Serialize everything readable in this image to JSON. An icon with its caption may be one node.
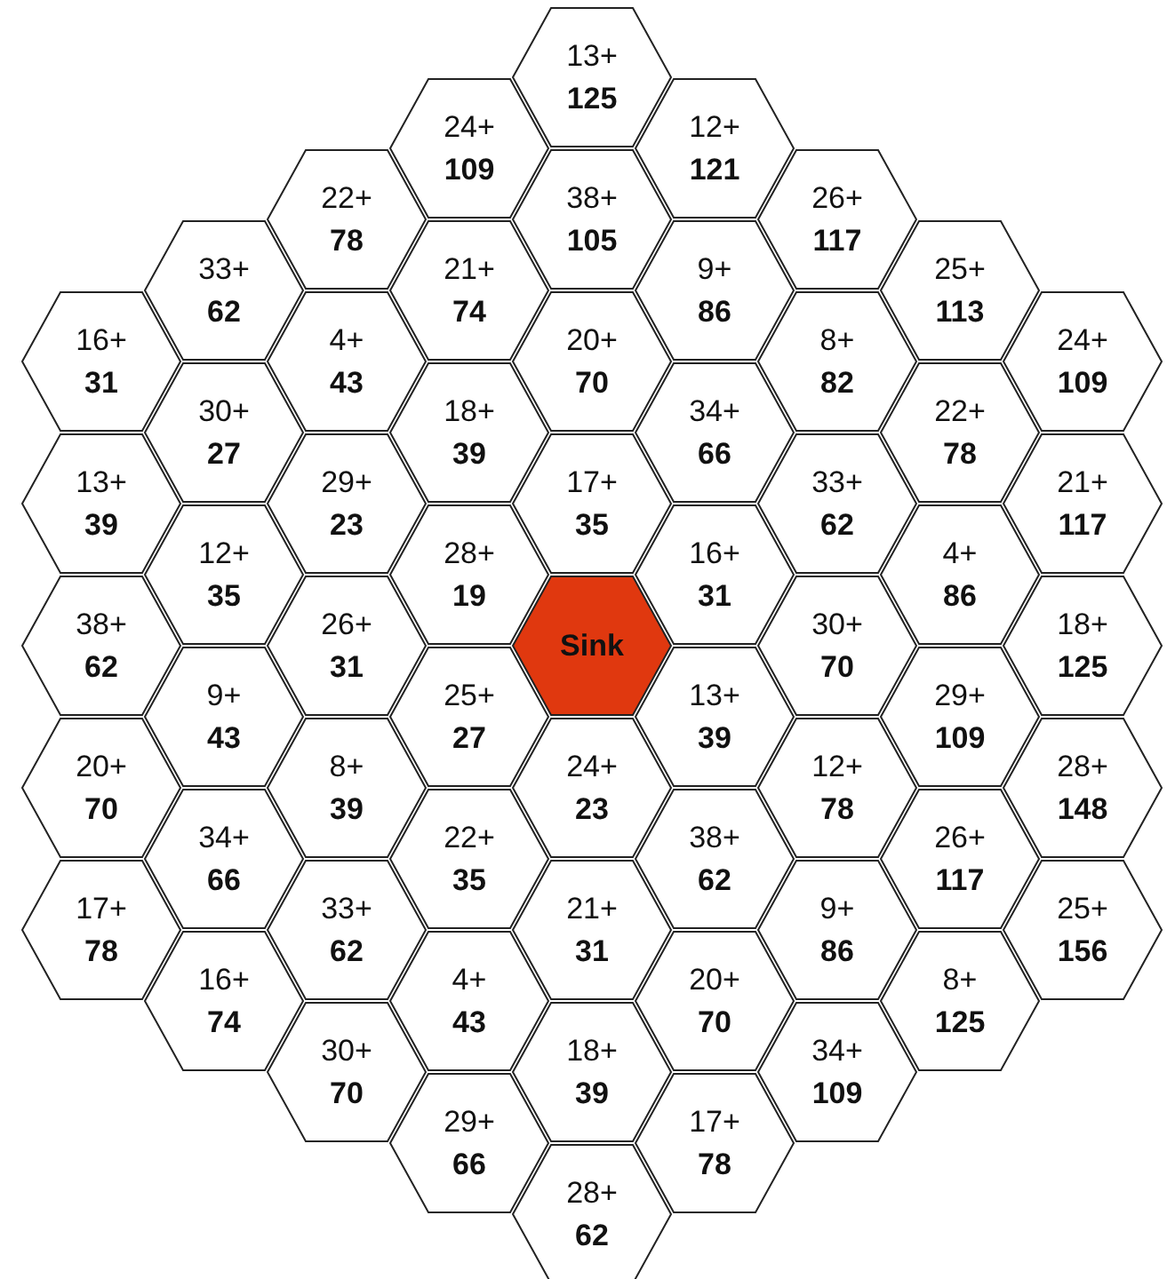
{
  "diagram": {
    "nodes": [
      {
        "text": [
          "13+",
          "125"
        ]
      },
      {
        "text": [
          "24+",
          "109"
        ]
      },
      {
        "text": [
          "12+",
          "121"
        ]
      },
      {
        "text": [
          "22+",
          "78"
        ]
      },
      {
        "text": [
          "38+",
          "105"
        ]
      },
      {
        "text": [
          "26+",
          "117"
        ]
      },
      {
        "text": [
          "33+",
          "62"
        ]
      },
      {
        "text": [
          "21+",
          "74"
        ]
      },
      {
        "text": [
          "9+",
          "86"
        ]
      },
      {
        "text": [
          "25+",
          "113"
        ]
      },
      {
        "text": [
          "16+",
          "31"
        ]
      },
      {
        "text": [
          "4+",
          "43"
        ]
      },
      {
        "text": [
          "20+",
          "70"
        ]
      },
      {
        "text": [
          "8+",
          "82"
        ]
      },
      {
        "text": [
          "24+",
          "109"
        ]
      },
      {
        "text": [
          "30+",
          "27"
        ]
      },
      {
        "text": [
          "18+",
          "39"
        ]
      },
      {
        "text": [
          "34+",
          "66"
        ]
      },
      {
        "text": [
          "22+",
          "78"
        ]
      },
      {
        "text": [
          "13+",
          "39"
        ]
      },
      {
        "text": [
          "29+",
          "23"
        ]
      },
      {
        "text": [
          "17+",
          "35"
        ]
      },
      {
        "text": [
          "33+",
          "62"
        ]
      },
      {
        "text": [
          "21+",
          "117"
        ]
      },
      {
        "text": [
          "12+",
          "35"
        ]
      },
      {
        "text": [
          "28+",
          "19"
        ]
      },
      {
        "text": [
          "16+",
          "31"
        ]
      },
      {
        "text": [
          "4+",
          "86"
        ]
      },
      {
        "text": [
          "38+",
          "62"
        ]
      },
      {
        "text": [
          "26+",
          "31"
        ]
      },
      {
        "text": [
          "Sink"
        ]
      },
      {
        "text": [
          "30+",
          "70"
        ]
      },
      {
        "text": [
          "18+",
          "125"
        ]
      },
      {
        "text": [
          "9+",
          "43"
        ]
      },
      {
        "text": [
          "25+",
          "27"
        ]
      },
      {
        "text": [
          "13+",
          "39"
        ]
      },
      {
        "text": [
          "29+",
          "109"
        ]
      },
      {
        "text": [
          "20+",
          "70"
        ]
      },
      {
        "text": [
          "8+",
          "39"
        ]
      },
      {
        "text": [
          "24+",
          "23"
        ]
      },
      {
        "text": [
          "12+",
          "78"
        ]
      },
      {
        "text": [
          "28+",
          "148"
        ]
      },
      {
        "text": [
          "34+",
          "66"
        ]
      },
      {
        "text": [
          "22+",
          "35"
        ]
      },
      {
        "text": [
          "38+",
          "62"
        ]
      },
      {
        "text": [
          "26+",
          "117"
        ]
      },
      {
        "text": [
          "17+",
          "78"
        ]
      },
      {
        "text": [
          "33+",
          "62"
        ]
      },
      {
        "text": [
          "21+",
          "31"
        ]
      },
      {
        "text": [
          "9+",
          "86"
        ]
      },
      {
        "text": [
          "25+",
          "156"
        ]
      },
      {
        "text": [
          "16+",
          "74"
        ]
      },
      {
        "text": [
          "4+",
          "43"
        ]
      },
      {
        "text": [
          "20+",
          "70"
        ]
      },
      {
        "text": [
          "8+",
          "125"
        ]
      },
      {
        "text": [
          "30+",
          "70"
        ]
      },
      {
        "text": [
          "18+",
          "39"
        ]
      },
      {
        "text": [
          "34+",
          "109"
        ]
      },
      {
        "text": [
          "29+",
          "66"
        ]
      },
      {
        "text": [
          "17+",
          "78"
        ]
      },
      {
        "text": [
          "28+",
          "62"
        ]
      }
    ]
  }
}
